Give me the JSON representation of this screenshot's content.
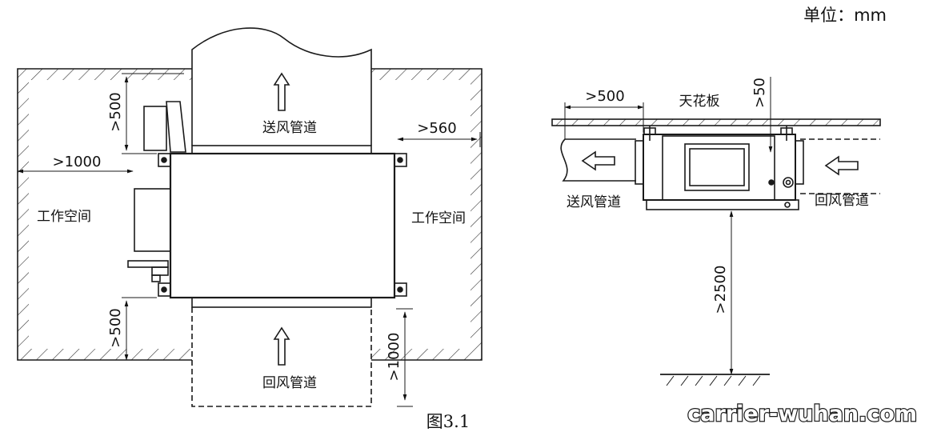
{
  "unit_label": "单位：mm",
  "figure_caption": "图3.1",
  "watermark": "carrier-wuhan.com",
  "top_view": {
    "supply_duct_label": "送风管道",
    "return_duct_label": "回风管道",
    "work_space_left_label": "工作空间",
    "work_space_right_label": "工作空间",
    "dim_top_left": ">500",
    "dim_bottom_left": ">500",
    "dim_left": ">1000",
    "dim_right": ">560",
    "dim_bottom_right": ">1000"
  },
  "side_view": {
    "ceiling_label": "天花板",
    "supply_duct_label": "送风管道",
    "return_duct_label": "回风管道",
    "dim_duct_offset": ">500",
    "dim_ceiling_gap": ">50",
    "dim_floor_height": ">2500"
  },
  "colors": {
    "line": "#1a1a1a",
    "background": "#ffffff"
  }
}
